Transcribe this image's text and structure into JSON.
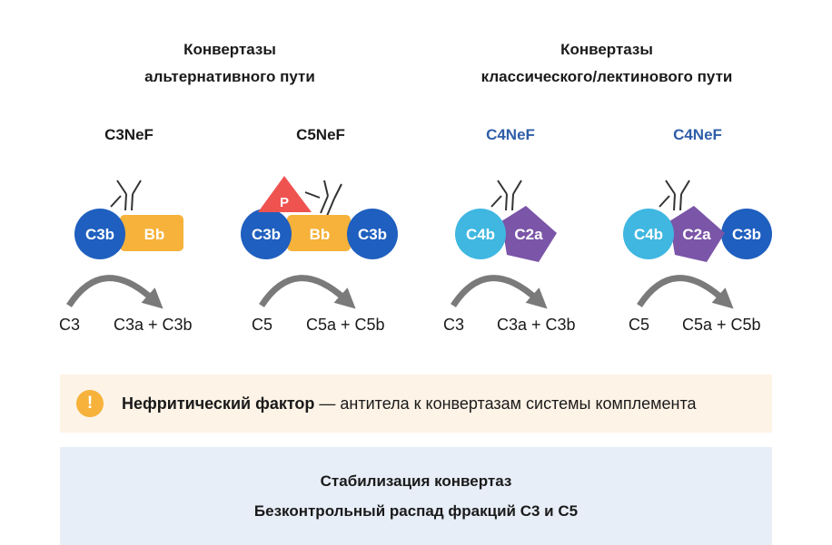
{
  "groups": [
    {
      "line1": "Конвертазы",
      "line2": "альтернативного пути"
    },
    {
      "line1": "Конвертазы",
      "line2": "классического/лектинового пути"
    }
  ],
  "panels": [
    {
      "label": "C3NeF",
      "label_color": "#1a1a1a",
      "components": [
        "C3b",
        "Bb"
      ],
      "substrate": "C3",
      "products": "C3a + C3b"
    },
    {
      "label": "C5NeF",
      "label_color": "#1a1a1a",
      "components": [
        "P",
        "C3b",
        "Bb",
        "C3b"
      ],
      "substrate": "C5",
      "products": "C5a + C5b"
    },
    {
      "label": "C4NeF",
      "label_color": "#2f5ea8",
      "components": [
        "C4b",
        "C2a"
      ],
      "substrate": "C3",
      "products": "C3a + C3b"
    },
    {
      "label": "C4NeF",
      "label_color": "#2f5ea8",
      "components": [
        "C4b",
        "C2a",
        "C3b"
      ],
      "substrate": "C5",
      "products": "C5a + C5b"
    }
  ],
  "alert": {
    "icon": "!",
    "bold": "Нефритический фактор",
    "text": " — антитела к конвертазам системы комплемента"
  },
  "summary": {
    "line1": "Стабилизация конвертаз",
    "line2": "Безконтрольный распад фракций С3 и С5"
  },
  "colors": {
    "c3b": "#1f5fbf",
    "bb": "#f6b23a",
    "properdin": "#ef5350",
    "c4b": "#3fb7e0",
    "c2a": "#7b55a8",
    "arrow": "#7a7a7a",
    "alert_bg": "#fdf3e6",
    "summary_bg": "#e7eef8"
  }
}
